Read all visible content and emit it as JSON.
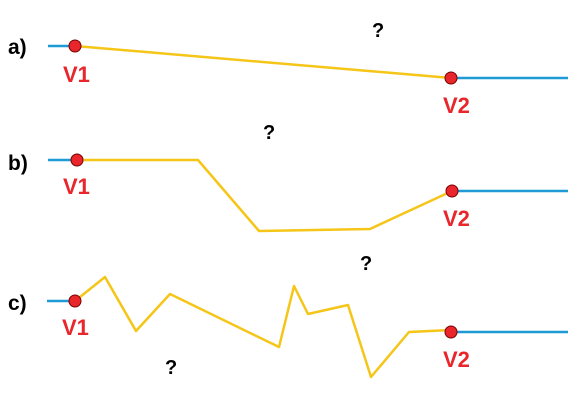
{
  "colors": {
    "path": "#f5c518",
    "lead": "#1e9ad6",
    "node_fill": "#e8262b",
    "node_stroke": "#7a0000",
    "vertex_label": "#e8262b"
  },
  "rows": [
    {
      "label": "a)",
      "start_label": "V1",
      "end_label": "V2",
      "question": "?"
    },
    {
      "label": "b)",
      "start_label": "V1",
      "end_label": "V2",
      "question": "?"
    },
    {
      "label": "c)",
      "start_label": "V1",
      "end_label": "V2",
      "question": "?",
      "question_2": "?"
    }
  ]
}
